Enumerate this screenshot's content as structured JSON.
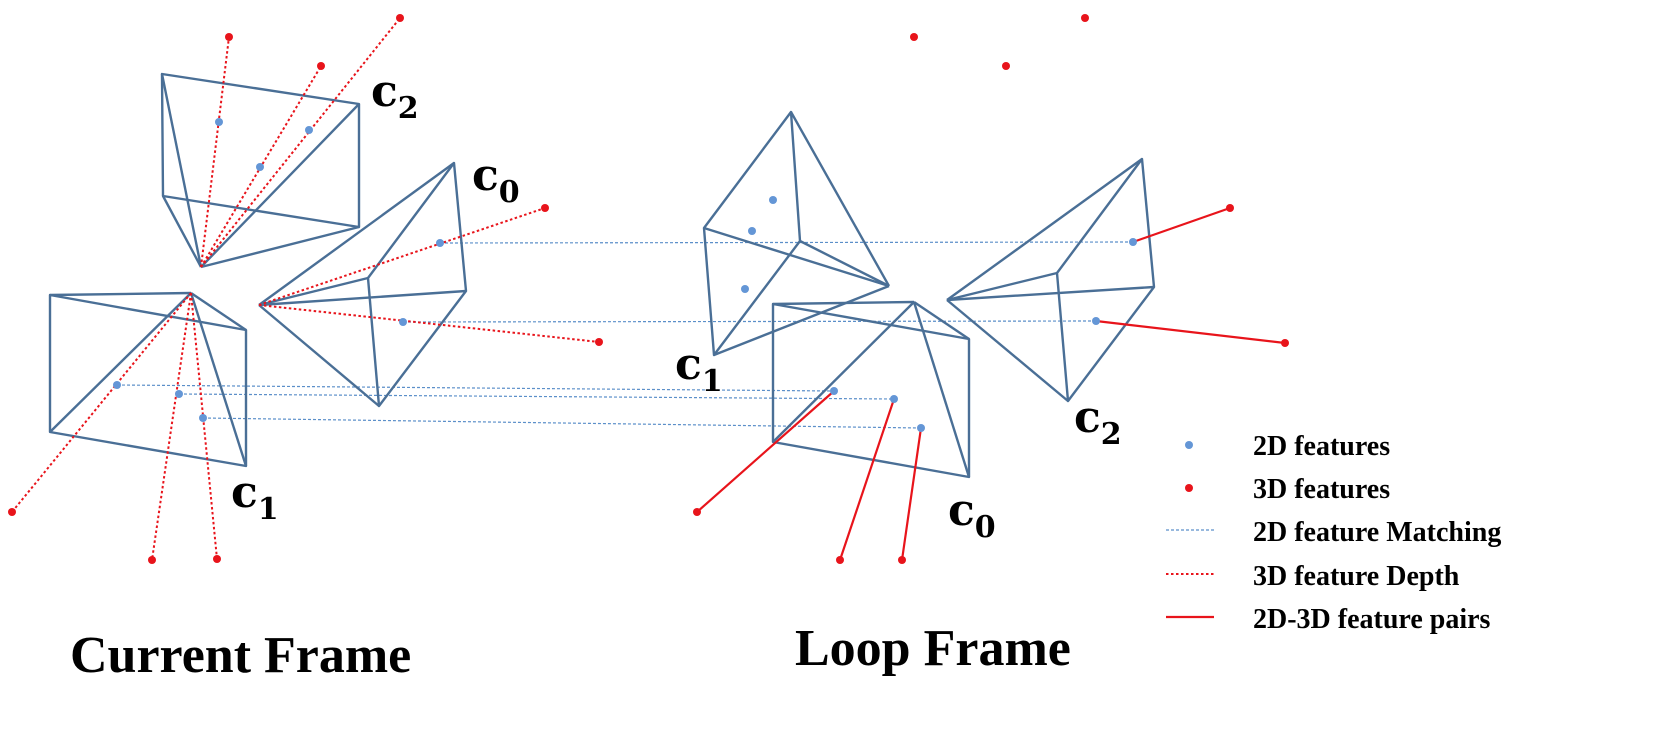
{
  "titles": {
    "current": "Current Frame",
    "loop": "Loop Frame"
  },
  "cameras": {
    "current_c2": {
      "letter": "c",
      "sub": "2"
    },
    "current_c0": {
      "letter": "c",
      "sub": "0"
    },
    "current_c1": {
      "letter": "c",
      "sub": "1"
    },
    "loop_c1": {
      "letter": "c",
      "sub": "1"
    },
    "loop_c0": {
      "letter": "c",
      "sub": "0"
    },
    "loop_c2": {
      "letter": "c",
      "sub": "2"
    }
  },
  "legend": {
    "items": [
      {
        "label": "2D features",
        "symbol": "blue-dot"
      },
      {
        "label": "3D features",
        "symbol": "red-dot"
      },
      {
        "label": "2D feature Matching",
        "symbol": "blue-dashed-line"
      },
      {
        "label": "3D feature Depth",
        "symbol": "red-dotted-line"
      },
      {
        "label": "2D-3D feature pairs",
        "symbol": "red-solid-line"
      }
    ]
  },
  "colors": {
    "camera": "#4a6f96",
    "feature_2d": "#6496d6",
    "feature_3d": "#e8141b",
    "matching": "#5b8fc9"
  }
}
